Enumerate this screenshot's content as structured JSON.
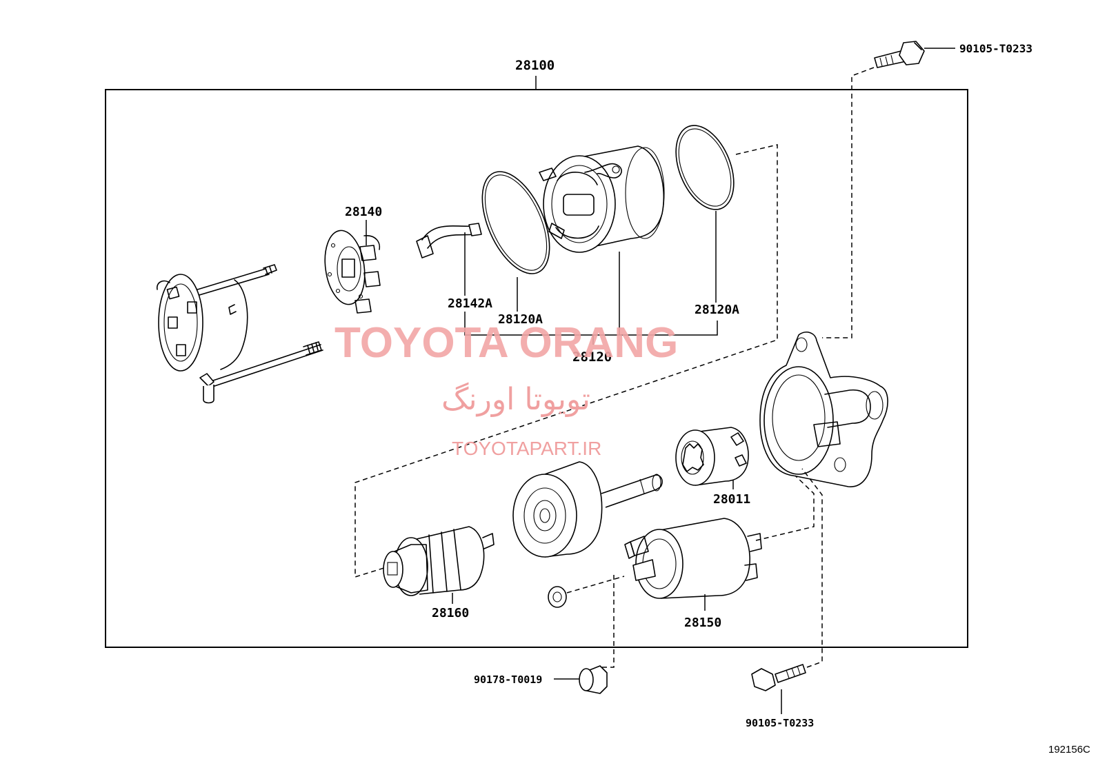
{
  "diagram": {
    "assembly_label": "28100",
    "labels": {
      "brush_holder": "28140",
      "lead_plate": "28142A",
      "oring_left": "28120A",
      "oring_right": "28120A",
      "yoke_assy": "28120",
      "clutch": "28011",
      "armature": "28160",
      "switch": "28150",
      "bolt_top": "90105-T0233",
      "nut_bottom": "90178-T0019",
      "bolt_bottom": "90105-T0233"
    },
    "figure_id": "192156C"
  },
  "watermark": {
    "brand": "TOYOTA ORANG",
    "persian": "تویوتا اورنگ",
    "site": "TOYOTAPART.IR"
  },
  "colors": {
    "line": "#000000",
    "watermark": "#f2a6a6",
    "background": "#ffffff"
  }
}
